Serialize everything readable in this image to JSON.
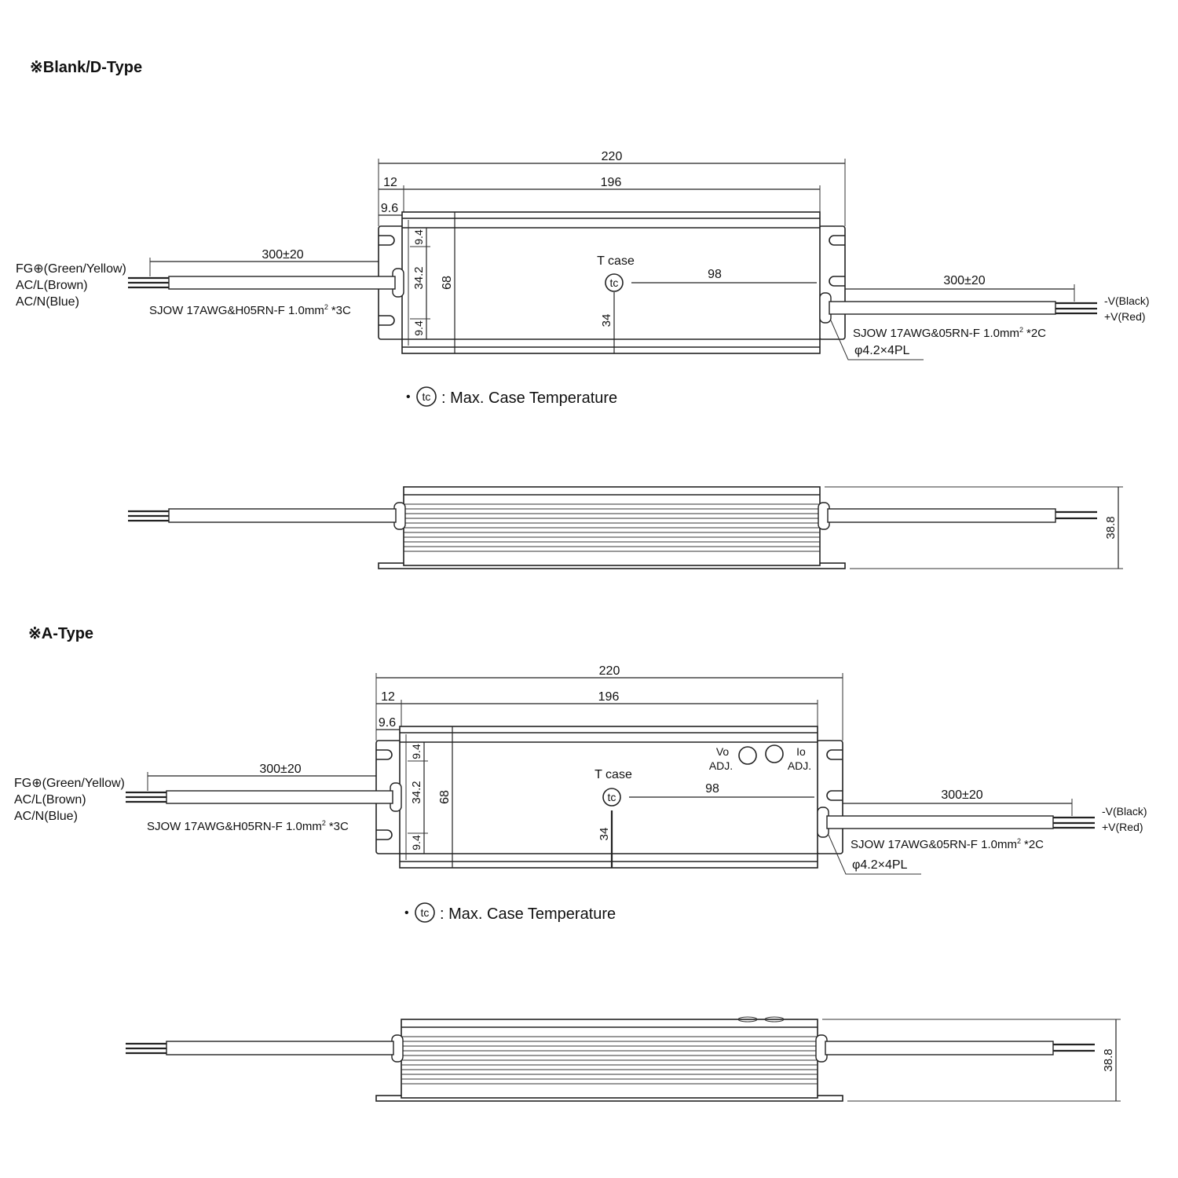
{
  "sections": [
    {
      "title": "※Blank/D-Type",
      "dims": {
        "overall_length": "220",
        "body_length": "196",
        "flange": "12",
        "edge": "9.6",
        "hole_offset_top": "9.4",
        "hole_spacing": "34.2",
        "hole_offset_bottom": "9.4",
        "width": "68",
        "tcase_y": "34",
        "tcase_x": "98",
        "height": "38.8"
      },
      "tcase_label": "T case",
      "tc_symbol": "tc",
      "input_length": "300±20",
      "output_length": "300±20",
      "input_cable": "SJOW 17AWG&H05RN-F 1.0mm",
      "input_cable_sup": "2",
      "input_cable_suffix": "*3C",
      "output_cable": "SJOW 17AWG&05RN-F 1.0mm",
      "output_cable_sup": "2",
      "output_cable_suffix": "*2C",
      "hole_label": "φ4.2×4PL",
      "input_wires": [
        "FG⊕(Green/Yellow)",
        "AC/L(Brown)",
        "AC/N(Blue)"
      ],
      "output_wires": [
        "-V(Black)",
        "+V(Red)"
      ],
      "note": ": Max. Case Temperature"
    },
    {
      "title": "※A-Type",
      "dims": {
        "overall_length": "220",
        "body_length": "196",
        "flange": "12",
        "edge": "9.6",
        "hole_offset_top": "9.4",
        "hole_spacing": "34.2",
        "hole_offset_bottom": "9.4",
        "width": "68",
        "tcase_y": "34",
        "tcase_x": "98",
        "height": "38.8"
      },
      "tcase_label": "T case",
      "tc_symbol": "tc",
      "input_length": "300±20",
      "output_length": "300±20",
      "input_cable": "SJOW 17AWG&H05RN-F 1.0mm",
      "input_cable_sup": "2",
      "input_cable_suffix": "*3C",
      "output_cable": "SJOW 17AWG&05RN-F 1.0mm",
      "output_cable_sup": "2",
      "output_cable_suffix": "*2C",
      "hole_label": "φ4.2×4PL",
      "input_wires": [
        "FG⊕(Green/Yellow)",
        "AC/L(Brown)",
        "AC/N(Blue)"
      ],
      "output_wires": [
        "-V(Black)",
        "+V(Red)"
      ],
      "note": ": Max. Case Temperature",
      "adj": {
        "vo_top": "Vo",
        "vo_bottom": "ADJ.",
        "io_top": "Io",
        "io_bottom": "ADJ."
      }
    }
  ]
}
